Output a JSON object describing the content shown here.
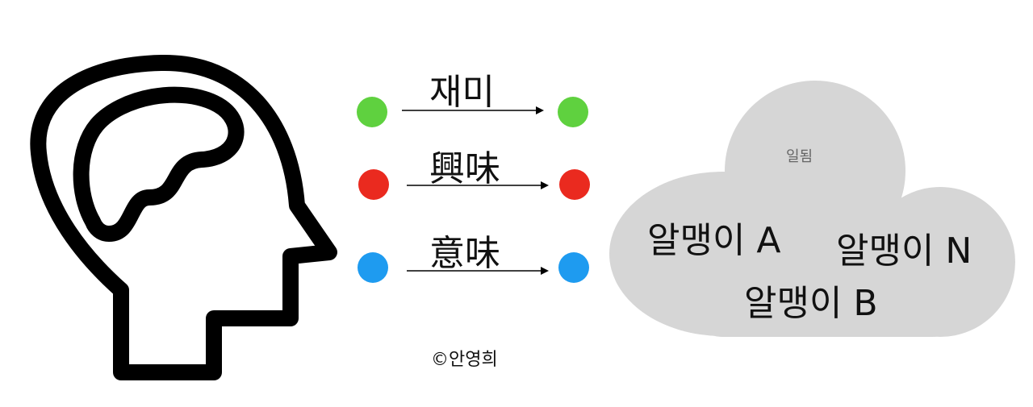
{
  "diagram": {
    "rows": [
      {
        "label": "재미",
        "color": "#5fd13f"
      },
      {
        "label": "興味",
        "color": "#ea2a1f"
      },
      {
        "label": "意味",
        "color": "#1e9bf0"
      }
    ],
    "cloud": {
      "title": "일됨",
      "color": "#d6d6d6",
      "words": [
        "알맹이 A",
        "알맹이 N",
        "알맹이 B"
      ]
    },
    "credit": "©안영희"
  }
}
